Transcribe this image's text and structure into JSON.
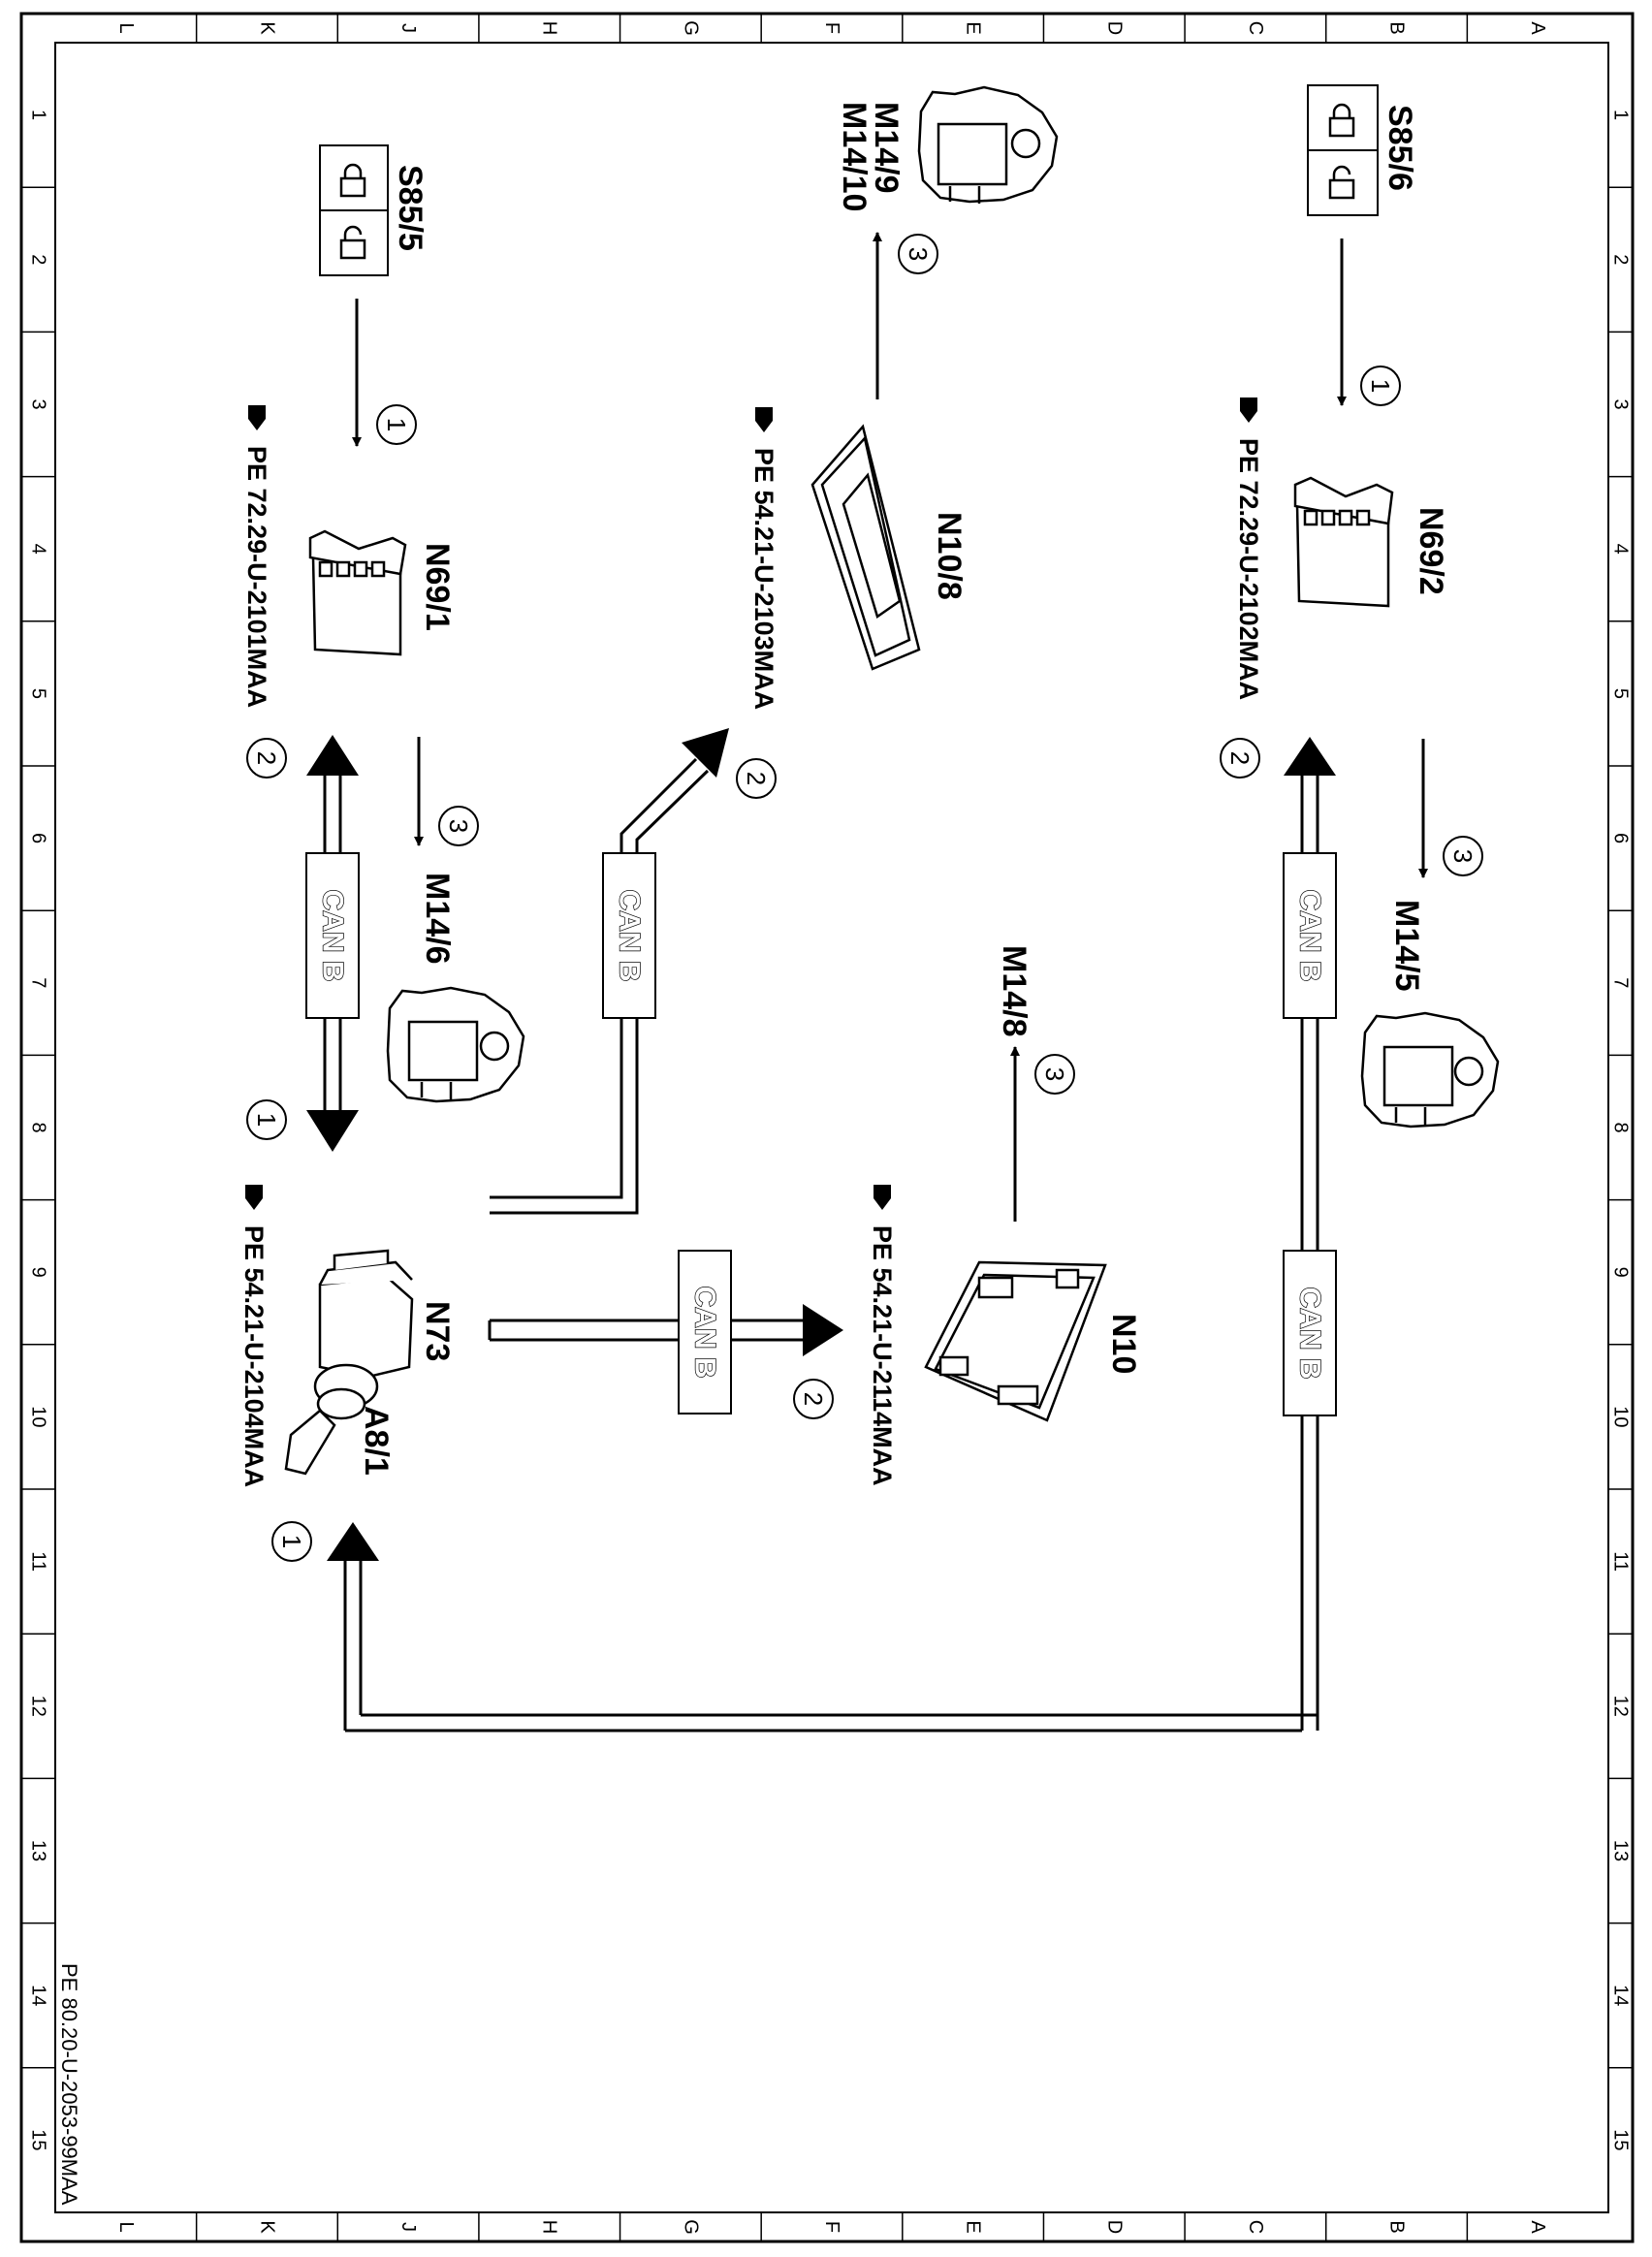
{
  "document_id": "PE 80.20-U-2053-99MAA",
  "grid": {
    "letters": [
      "L",
      "K",
      "J",
      "H",
      "G",
      "F",
      "E",
      "D",
      "C",
      "B",
      "A"
    ],
    "numbers": [
      "1",
      "2",
      "3",
      "4",
      "5",
      "6",
      "7",
      "8",
      "9",
      "10",
      "11",
      "12",
      "13",
      "14",
      "15"
    ]
  },
  "components": {
    "s85_5": "S85/5",
    "s85_6": "S85/6",
    "m14_9": "M14/9",
    "m14_10": "M14/10",
    "n10_8": "N10/8",
    "n69_1": "N69/1",
    "n69_2": "N69/2",
    "m14_6": "M14/6",
    "m14_5": "M14/5",
    "m14_8": "M14/8",
    "n73": "N73",
    "a8_1": "A8/1",
    "n10": "N10"
  },
  "refs": {
    "n69_1": "PE 72.29-U-2101MAA",
    "n10_8": "PE 54.21-U-2103MAA",
    "n69_2": "PE 72.29-U-2102MAA",
    "n73": "PE 54.21-U-2104MAA",
    "n10": "PE 54.21-U-2114MAA"
  },
  "bus_label": "CAN B",
  "steps": {
    "one": "1",
    "two": "2",
    "three": "3"
  }
}
